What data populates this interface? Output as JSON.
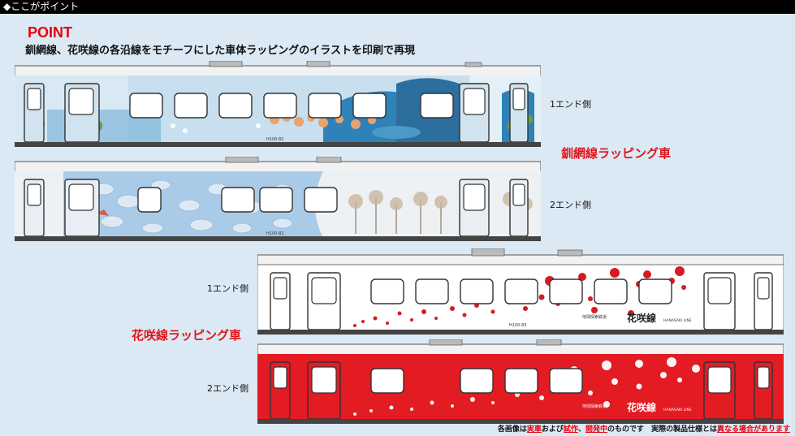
{
  "header": {
    "title": "◆ここがポイント"
  },
  "point": {
    "label": "POINT",
    "headline": "釧網線、花咲線の各沿線をモチーフにした車体ラッピングのイラストを印刷で再現"
  },
  "cars": {
    "senmo_1": {
      "end_label": "1エンド側",
      "car_no": "H100-82"
    },
    "senmo_2": {
      "end_label": "2エンド側",
      "car_no": "H100-82"
    },
    "hana_1": {
      "end_label": "1エンド側",
      "car_no": "H100-83",
      "logo_sub": "地球探索鉄道",
      "logo": "花咲線",
      "logo_en": "HANASAKI LINE"
    },
    "hana_2": {
      "end_label": "2エンド側",
      "logo_sub": "地球探索鉄道",
      "logo": "花咲線",
      "logo_en": "HANASAKI LINE"
    }
  },
  "labels": {
    "senmo": "釧網線ラッピング車",
    "hanasaki": "花咲線ラッピング車"
  },
  "footer": {
    "t1": "各画像は",
    "h1": "実車",
    "t2": "および",
    "h2": "試作",
    "t3": "、",
    "h3": "開発中",
    "t4": "のものです　実際の製品仕様とは",
    "h4": "異なる場合があります"
  },
  "colors": {
    "red": "#e0151b",
    "sky": "#a9cfe9",
    "sea": "#2e86b5",
    "ice": "#cfe0ef",
    "hana_red": "#e31b23"
  }
}
